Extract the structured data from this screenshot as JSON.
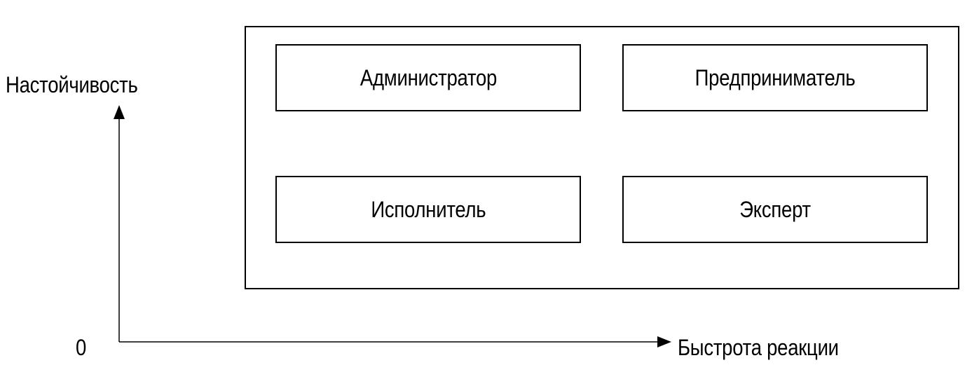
{
  "diagram": {
    "y_axis_label": "Настойчивость",
    "x_axis_label": "Быстрота реакции",
    "origin_label": "0",
    "quadrants": [
      {
        "label": "Администратор"
      },
      {
        "label": "Предприниматель"
      },
      {
        "label": "Исполнитель"
      },
      {
        "label": "Эксперт"
      }
    ]
  }
}
